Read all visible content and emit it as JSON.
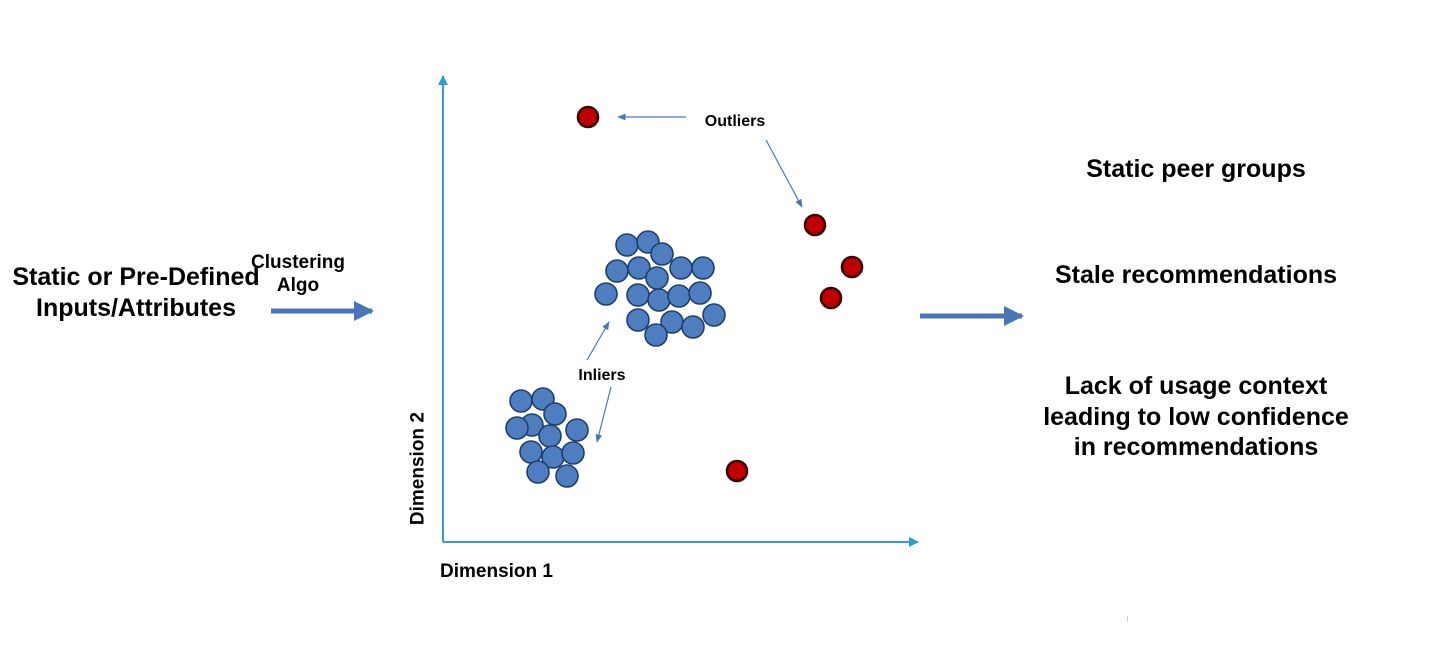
{
  "input_label": "Static or Pre-Defined Inputs/Attributes",
  "algo_label": "Clustering Algo",
  "outliers_label": "Outliers",
  "inliers_label": "Inliers",
  "axes": {
    "x_label": "Dimension 1",
    "y_label": "Dimension 2"
  },
  "results": [
    "Static peer groups",
    "Stale recommendations",
    "Lack of usage context leading to low confidence in recommendations"
  ],
  "colors": {
    "inlier_fill": "#4f7ec0",
    "inlier_stroke": "#1f3f6b",
    "outlier_fill": "#c00000",
    "outlier_stroke": "#3a0000",
    "axis": "#2f9bd8",
    "flow_arrow": "#4a76b8",
    "pointer_arrow": "#4a76b8"
  },
  "icons": [
    "flow-arrow-icon",
    "axis-arrow-icon",
    "pointer-arrow-icon"
  ]
}
